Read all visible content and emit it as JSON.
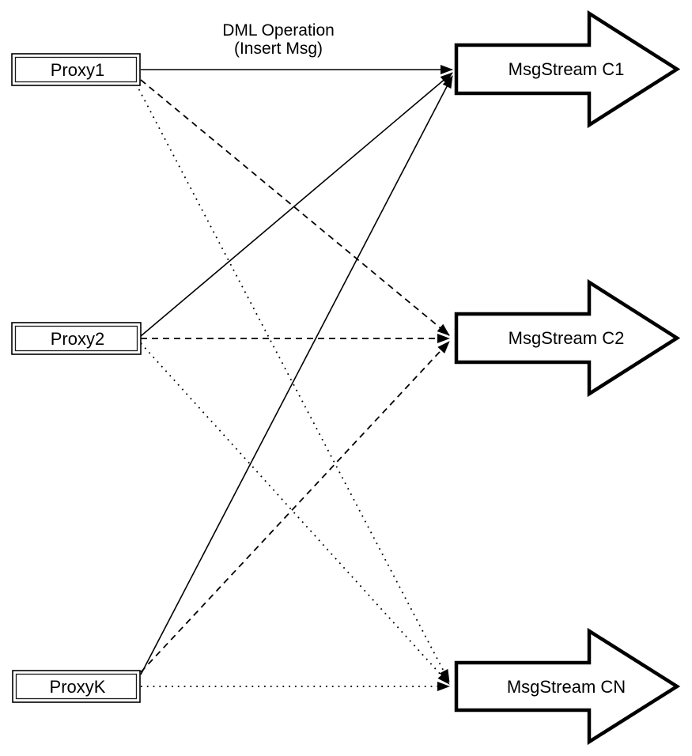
{
  "title": {
    "line1": "DML Operation",
    "line2": "(Insert Msg)"
  },
  "proxies": [
    {
      "label": "Proxy1"
    },
    {
      "label": "Proxy2"
    },
    {
      "label": "ProxyK"
    }
  ],
  "streams": [
    {
      "label": "MsgStream C1"
    },
    {
      "label": "MsgStream C2"
    },
    {
      "label": "MsgStream CN"
    }
  ],
  "edges": [
    {
      "from": "Proxy1",
      "to": "MsgStream C1",
      "style": "solid"
    },
    {
      "from": "Proxy2",
      "to": "MsgStream C1",
      "style": "solid"
    },
    {
      "from": "ProxyK",
      "to": "MsgStream C1",
      "style": "solid"
    },
    {
      "from": "Proxy1",
      "to": "MsgStream C2",
      "style": "dashed"
    },
    {
      "from": "Proxy2",
      "to": "MsgStream C2",
      "style": "dashed"
    },
    {
      "from": "ProxyK",
      "to": "MsgStream C2",
      "style": "dashed"
    },
    {
      "from": "Proxy1",
      "to": "MsgStream CN",
      "style": "dotted"
    },
    {
      "from": "Proxy2",
      "to": "MsgStream CN",
      "style": "dotted"
    },
    {
      "from": "ProxyK",
      "to": "MsgStream CN",
      "style": "dotted"
    }
  ],
  "colors": {
    "stroke": "#000000",
    "fill": "#ffffff"
  }
}
